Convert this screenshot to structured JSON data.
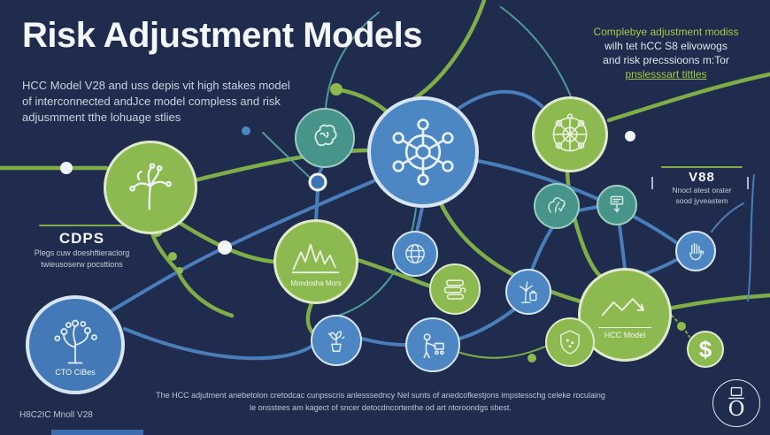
{
  "title": "Risk Adjustment Models",
  "subtitle": {
    "line1": "HCC Model V28 and uss depis vit high stakes model",
    "line2": "of interconnected andJce model compless and risk",
    "line3": "adjusmment tthe lohuage stlies"
  },
  "top_right": {
    "line1": "Complebye adjustment modiss",
    "line2": "wilh tet hCC S8 elivowogs",
    "line3": "and risk precssioons m:Tor",
    "link": "pnslesssart tittles"
  },
  "labels": {
    "cdps": {
      "title": "CDPS",
      "line1": "Plegs cuw doeshftieraclorg",
      "line2": "twieusoserw pocsttions"
    },
    "v88": {
      "title": "V88",
      "line1": "Nnocl atest orater",
      "line2": "sood jyveastem"
    }
  },
  "nodes": {
    "mountains": {
      "label": "Mondosha Mors"
    },
    "hcc_model": {
      "label": "HCC Model"
    },
    "cto": {
      "label": "CTO CiBes"
    },
    "dollar": {
      "label": "$"
    }
  },
  "icons": {
    "hub": "network-hub",
    "radar": "compass-wheel",
    "tree": "branch-tree",
    "brain": "brain-squiggle",
    "mountains": "mountain-peaks",
    "globe": "globe-grid",
    "stack": "document-stack",
    "turbine": "windmill-bag",
    "plant_check": "sprout-check",
    "funnel": "document-download",
    "hand": "raised-hand",
    "trend": "trend-arrow",
    "shield": "shield",
    "person": "person-cart",
    "plant": "potted-plant",
    "cto_tree": "curly-tree",
    "dollar": "dollar-sign",
    "logo": "laptop-over-o"
  },
  "footer": {
    "line1": "The HCC adjutment anebetolon cretodcac cunpsscris anlesssedncy Nel sunts of anedcofkestjons impstesschg celeke roculaing",
    "line2": "le onsstees am kagect of sncer detocdncortenthe od art ntoroondgs sbest.",
    "left_label": "H8C2IC Mnoll V28",
    "logo_letter": "O"
  },
  "colors": {
    "background": "#202c4d",
    "green": "#8cb950",
    "green_line": "#7fae49",
    "blue": "#4c87c4",
    "blue_line": "#4a7eba",
    "teal": "#47948a",
    "text_light": "#e9eef4",
    "text_muted": "#c3cdda",
    "text_green": "#9fca45"
  }
}
